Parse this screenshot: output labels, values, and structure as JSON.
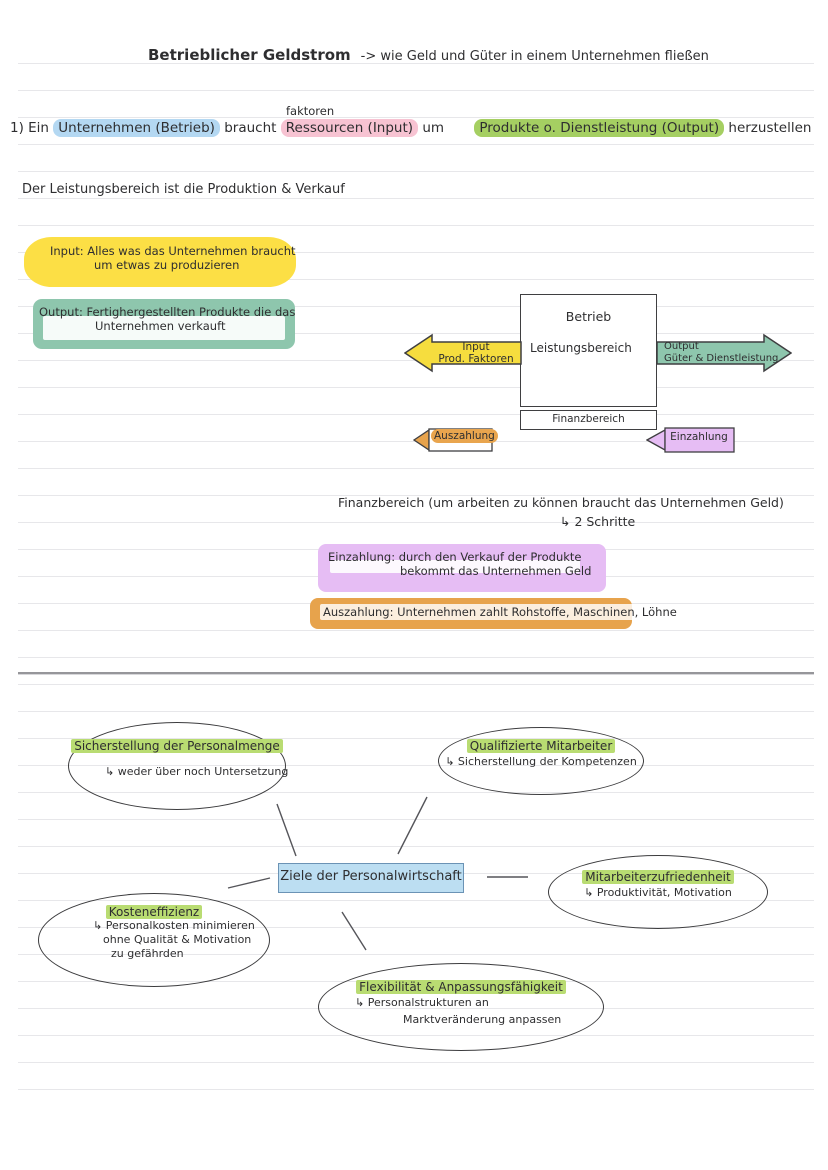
{
  "page": {
    "title": "Betrieblicher Geldstrom",
    "title_note": "-> wie Geld und Güter in einem Unternehmen fließen"
  },
  "intro": {
    "prefix": "1) Ein",
    "hl_blue": "Unternehmen (Betrieb)",
    "mid1": "braucht",
    "annotation": "faktoren",
    "hl_pink": "Ressourcen (Input)",
    "mid2": "um",
    "hl_green": "Produkte o. Dienstleistung (Output)",
    "suffix": "herzustellen",
    "line2": "Der Leistungsbereich ist die Produktion & Verkauf"
  },
  "notes": {
    "input": {
      "line1": "Input: Alles was das Unternehmen braucht",
      "line2": "um etwas zu produzieren"
    },
    "output": {
      "line1": "Output: Fertighergestellten Produkte die das",
      "line2": "Unternehmen verkauft"
    },
    "einzahlung": {
      "line1": "Einzahlung: durch den Verkauf der Produkte",
      "line2": "bekommt das Unternehmen Geld"
    },
    "auszahlung": {
      "line1": "Auszahlung: Unternehmen zahlt Rohstoffe, Maschinen, Löhne"
    }
  },
  "diagram": {
    "box_title": "Betrieb",
    "box_sub": "Leistungsbereich",
    "box_bottom": "Finanzbereich",
    "arrow_input_l1": "Input",
    "arrow_input_l2": "Prod. Faktoren",
    "arrow_output_l1": "Output",
    "arrow_output_l2": "Güter & Dienstleistung",
    "arrow_auszahlung": "Auszahlung",
    "arrow_einzahlung": "Einzahlung"
  },
  "finanz": {
    "line": "Finanzbereich (um arbeiten zu können braucht das Unternehmen Geld)",
    "sub": "↳ 2 Schritte"
  },
  "mindmap": {
    "center": "Ziele der Personalwirtschaft",
    "nodes": [
      {
        "title": "Sicherstellung der Personalmenge",
        "sub": [
          "↳ weder über noch Untersetzung"
        ]
      },
      {
        "title": "Qualifizierte Mitarbeiter",
        "sub": [
          "↳ Sicherstellung der Kompetenzen"
        ]
      },
      {
        "title": "Mitarbeiterzufriedenheit",
        "sub": [
          "↳ Produktivität, Motivation"
        ]
      },
      {
        "title": "Kosteneffizienz",
        "sub": [
          "↳ Personalkosten minimieren",
          "ohne Qualität & Motivation",
          "zu gefährden"
        ]
      },
      {
        "title": "Flexibilität & Anpassungsfähigkeit",
        "sub": [
          "↳ Personalstrukturen an",
          "Marktveränderung anpassen"
        ]
      }
    ]
  },
  "colors": {
    "ink": "#2e2e30",
    "highlight_blue": "#b4d8f2",
    "highlight_pink": "#f7c3d2",
    "highlight_green": "#a5cf62",
    "note_yellow": "#fcdf45",
    "note_teal": "#8ec6ad",
    "note_purple": "#e6bdf4",
    "note_orange": "#e7a34c",
    "mindmap_green": "#b9dc72",
    "center_box_blue": "#bcdef2"
  }
}
